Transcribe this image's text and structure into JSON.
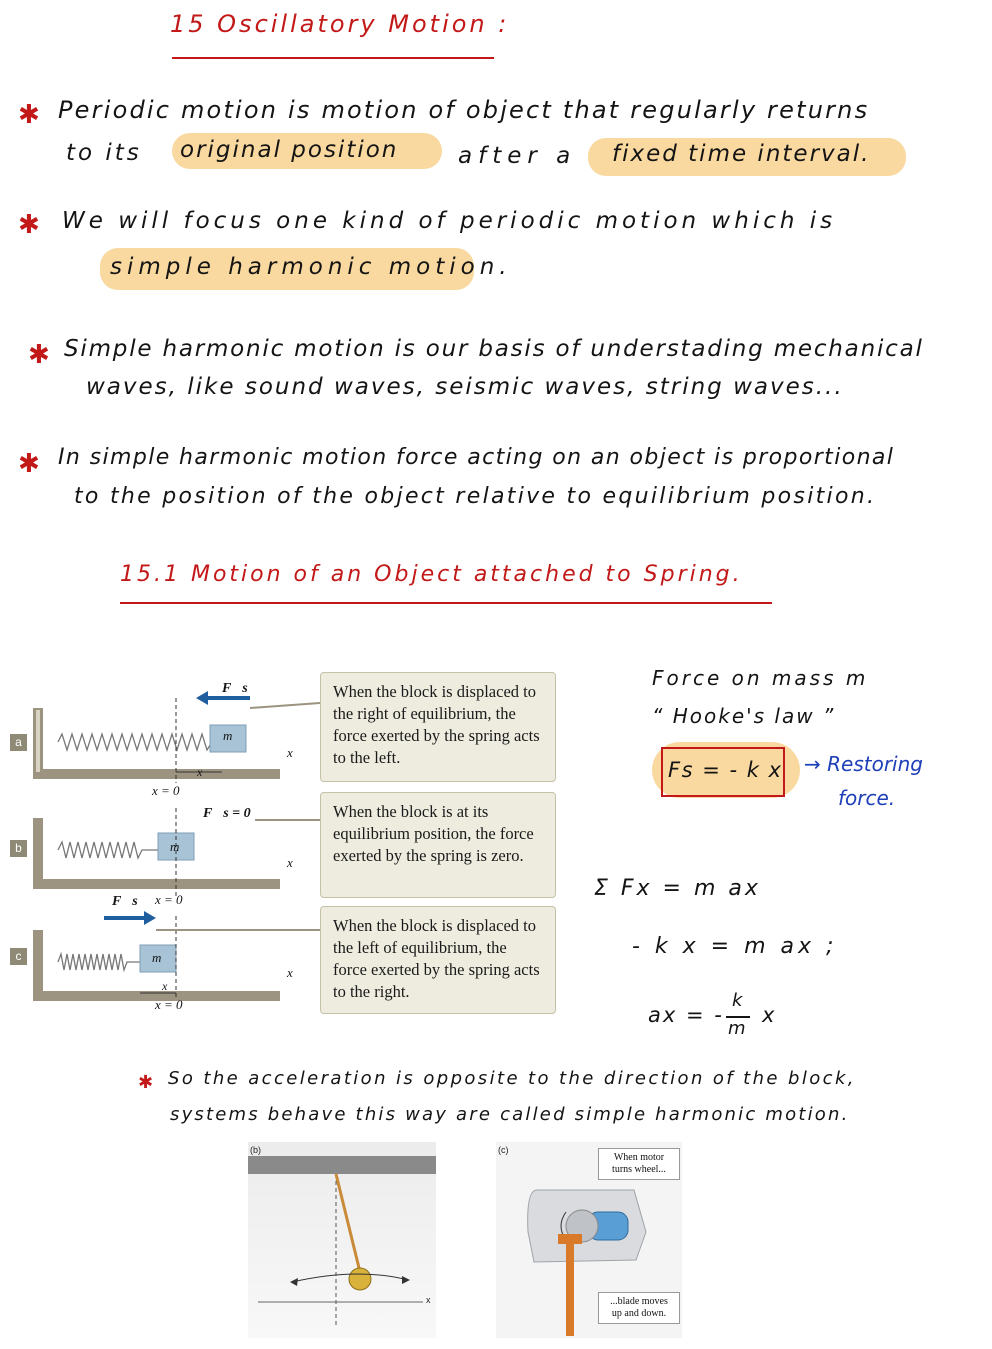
{
  "title": "15 Oscillatory Motion :",
  "bullets": [
    {
      "line1": "Periodic motion is motion of object that regularly returns",
      "line2_a": "to its",
      "line2_hl1": "original position",
      "line2_b": "after a",
      "line2_hl2": "fixed time interval."
    },
    {
      "line1": "We will focus one kind of periodic motion which is",
      "line2_hl": "simple harmonic motion."
    },
    {
      "line1": "Simple harmonic motion is our basis of understading mechanical",
      "line2": "waves, like sound waves, seismic waves, string waves..."
    },
    {
      "line1": "In simple harmonic motion force acting on an object is proportional",
      "line2": "to the position of the object relative to equilibrium position."
    }
  ],
  "section_title": "15.1 Motion of an Object attached to Spring.",
  "figure": {
    "panels": [
      {
        "tag": "a",
        "force_label": "F⃗s",
        "mass": "m",
        "x_axis": "x",
        "x0": "x = 0",
        "disp": "x",
        "caption": "When the block is displaced to the right of equilibrium, the force exerted by the spring acts to the left."
      },
      {
        "tag": "b",
        "force_label": "F⃗s = 0",
        "mass": "m",
        "x_axis": "x",
        "x0": "x = 0",
        "caption": "When the block is at its equilibrium position, the force exerted by the spring is zero."
      },
      {
        "tag": "c",
        "force_label": "F⃗s",
        "mass": "m",
        "x_axis": "x",
        "x0": "x = 0",
        "disp": "x",
        "caption": "When the block is displaced to the left of equilibrium, the force exerted by the spring acts to the right."
      }
    ]
  },
  "notes": {
    "force_line": "Force on mass m",
    "hooke": "“ Hooke's law ”",
    "formula": "Fs = - k x",
    "restoring": "→ Restoring",
    "restoring2": "force.",
    "sum": "Σ Fx = m ax",
    "eq2": "- k x = m ax ;",
    "eq3_lhs": "ax = -",
    "eq3_num": "k",
    "eq3_den": "m",
    "eq3_rhs": "x"
  },
  "final_note": {
    "line1": "So the acceleration is opposite to the direction of the block,",
    "line2": "systems behave this way are called simple harmonic motion."
  },
  "pictures": {
    "pendulum_label": "(b)",
    "pendulum_axis": "x",
    "motor_label": "(c)",
    "motor_note1": "When motor turns wheel...",
    "motor_note2": "...blade moves up and down."
  },
  "colors": {
    "ink_red": "#c21818",
    "highlight": "#f7cf87",
    "ink_blue": "#1d3fb8",
    "arrow_blue": "#1f5fa0",
    "block": "#a9c3d6"
  }
}
